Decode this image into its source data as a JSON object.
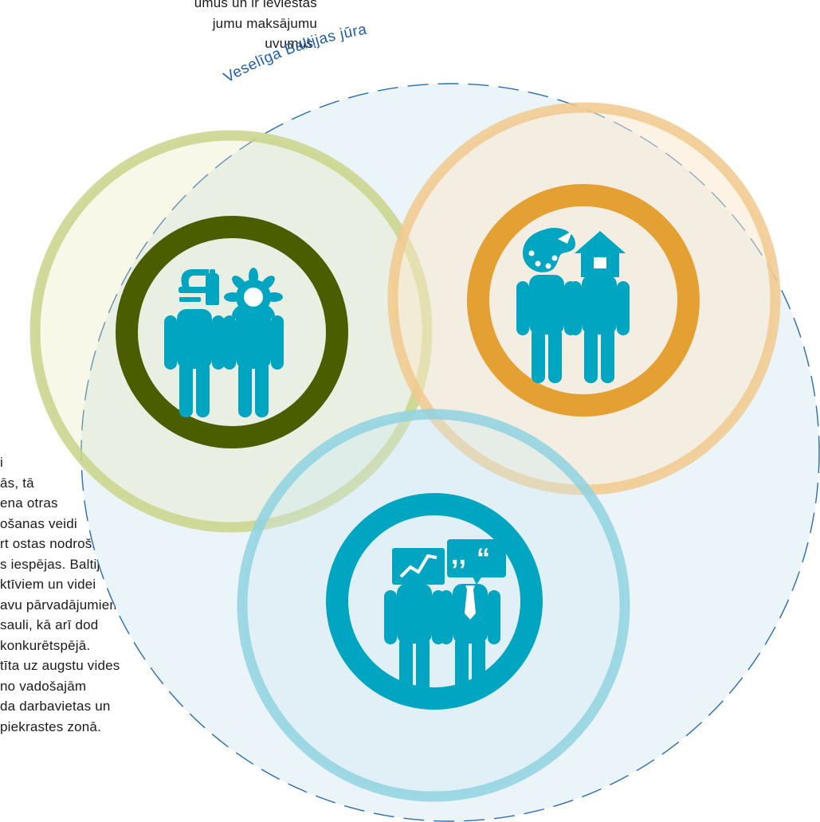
{
  "top_text": {
    "lines": [
      "umus un ir ieviestas",
      "jumu maksājumu",
      "uvumus."
    ]
  },
  "left_text": {
    "lines": [
      "i",
      "ās, tā",
      "ena otras",
      "ošanas veidi",
      "rt ostas nodrošina",
      "s iespējas. Baltijas",
      "ktīviem un videi",
      "avu pārvadājumiem,",
      "sauli, kā arī dod",
      "konkurētspējā.",
      "tīta uz augstu vides",
      "no vadošajām",
      "da darbavietas un",
      "piekrastes zonā."
    ]
  },
  "outer_circle": {
    "title": "Veselīga Baltijas jūra",
    "title_color": "#1f5fa8",
    "fill": "#eaf4f9",
    "border_color": "#2a6cb4"
  },
  "groups": [
    {
      "id": "science-nature",
      "accent": "#4a5e00",
      "halo": "#c9d48a",
      "icons": [
        "microscope-icon",
        "flower-icon"
      ]
    },
    {
      "id": "culture-housing",
      "accent": "#e4a033",
      "halo": "#f1c98d",
      "icons": [
        "palette-icon",
        "house-icon"
      ]
    },
    {
      "id": "business-communication",
      "accent": "#00a5c2",
      "halo": "#8fd2e0",
      "icons": [
        "chart-icon",
        "speech-bubble-icon"
      ]
    }
  ],
  "person_color": "#00a5c2"
}
